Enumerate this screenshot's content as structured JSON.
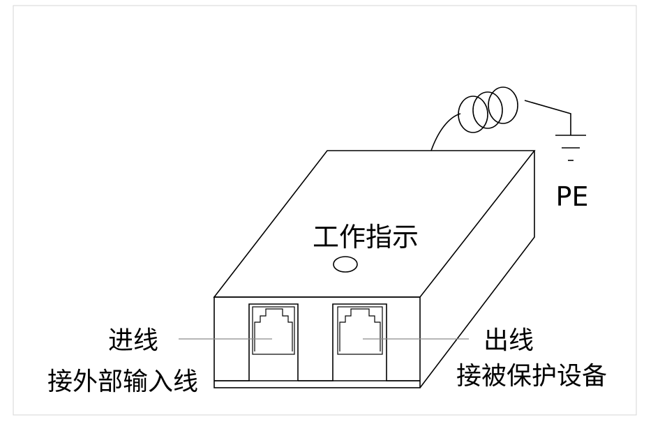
{
  "labels": {
    "indicator": "工作指示",
    "ground": "PE",
    "input_title": "进线",
    "input_desc": "接外部输入线",
    "output_title": "出线",
    "output_desc": "接被保护设备"
  },
  "colors": {
    "stroke": "#000000",
    "leader": "#8a8a8a",
    "frame": "#d4d4d4",
    "background": "#ffffff"
  }
}
